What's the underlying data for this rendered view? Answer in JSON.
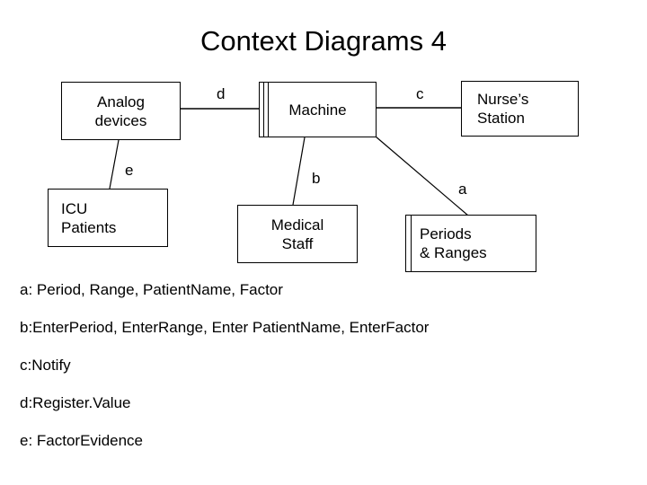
{
  "slide": {
    "title": "Context Diagrams 4",
    "background_color": "#ffffff",
    "stroke_color": "#000000",
    "text_color": "#000000"
  },
  "diagram": {
    "type": "problem-frame-context-diagram",
    "domains": [
      {
        "id": "analog-devices",
        "kind": "given-domain",
        "lines": [
          "Analog",
          "devices"
        ]
      },
      {
        "id": "machine",
        "kind": "machine-domain",
        "lines": [
          "Machine"
        ]
      },
      {
        "id": "nurses-station",
        "kind": "given-domain",
        "lines": [
          "Nurse’s",
          "Station"
        ]
      },
      {
        "id": "icu-patients",
        "kind": "given-domain",
        "lines": [
          "ICU",
          "Patients"
        ]
      },
      {
        "id": "medical-staff",
        "kind": "given-domain",
        "lines": [
          "Medical",
          "Staff"
        ]
      },
      {
        "id": "periods-ranges",
        "kind": "designed-domain",
        "lines": [
          "Periods",
          "& Ranges"
        ]
      }
    ],
    "edge_labels": {
      "a": "a",
      "b": "b",
      "c": "c",
      "d": "d",
      "e": "e"
    }
  },
  "legend": {
    "lines": [
      "a: Period, Range, PatientName, Factor",
      "b:EnterPeriod, EnterRange, Enter PatientName, EnterFactor",
      "c:Notify",
      "d:Register.Value",
      "e: FactorEvidence"
    ]
  }
}
